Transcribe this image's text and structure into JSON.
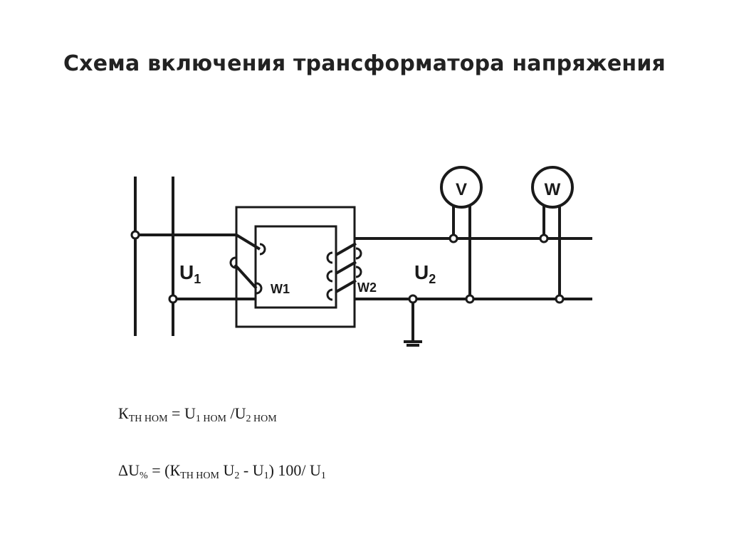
{
  "slide": {
    "title": "Схема включения трансформатора напряжения"
  },
  "diagram": {
    "labels": {
      "u1_main": "U",
      "u1_sub": "1",
      "u2_main": "U",
      "u2_sub": "2",
      "w1": "W1",
      "w2": "W2",
      "voltmeter": "V",
      "wattmeter": "W"
    }
  },
  "formulas": {
    "ratio": {
      "k": "К",
      "k_sub": "ТН НОМ",
      "eq": " = U",
      "u1_sub": "1 НОМ",
      "slash": " /U",
      "u2_sub": "2 НОМ"
    },
    "error": {
      "delta": "ΔU",
      "pct_sub": "%",
      "eq": " = (К",
      "k_sub": "ТН НОМ",
      "u2": " U",
      "u2_sub": "2",
      "minus": " - U",
      "u1_sub": "1",
      "tail": ") 100/ U",
      "u1b_sub": "1"
    }
  }
}
